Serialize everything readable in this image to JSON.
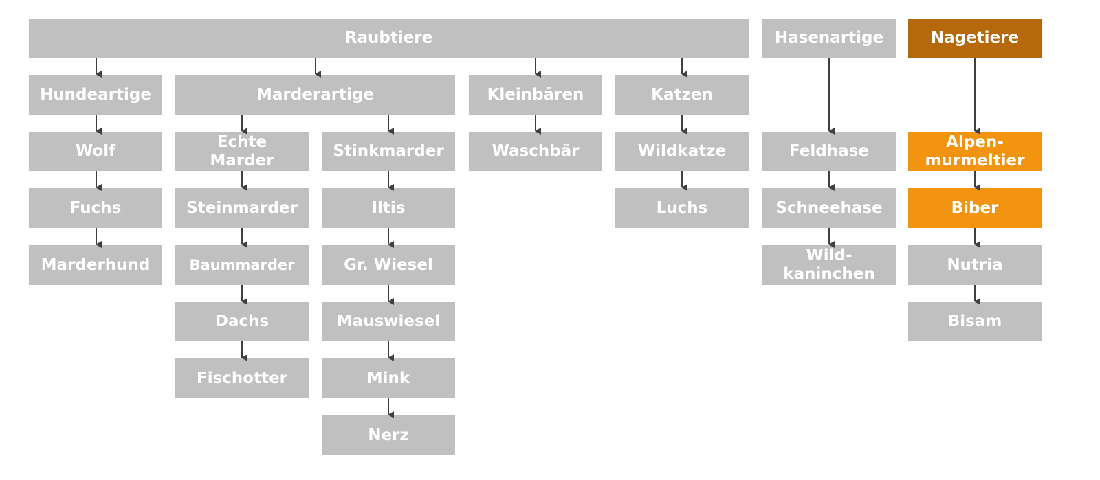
{
  "diagram": {
    "nodes": {
      "raubtiere": "Raubtiere",
      "hasenartige": "Hasenartige",
      "nagetiere": "Nagetiere",
      "hundeartige": "Hundeartige",
      "marderartige": "Marderartige",
      "kleinbaeren": "Kleinbären",
      "katzen": "Katzen",
      "wolf": "Wolf",
      "fuchs": "Fuchs",
      "marderhund": "Marderhund",
      "echte_marder": "Echte\nMarder",
      "steinmarder": "Steinmarder",
      "baummarder": "Baummarder",
      "dachs": "Dachs",
      "fischotter": "Fischotter",
      "stinkmarder": "Stinkmarder",
      "iltis": "Iltis",
      "gr_wiesel": "Gr. Wiesel",
      "mauswiesel": "Mauswiesel",
      "mink": "Mink",
      "nerz": "Nerz",
      "waschbaer": "Waschbär",
      "wildkatze": "Wildkatze",
      "luchs": "Luchs",
      "feldhase": "Feldhase",
      "schneehase": "Schneehase",
      "wildkaninchen": "Wild-\nkaninchen",
      "alpenmurmeltier": "Alpen-\nmurmeltier",
      "biber": "Biber",
      "nutria": "Nutria",
      "bisam": "Bisam"
    },
    "highlight": {
      "group": "nagetiere",
      "species": [
        "alpenmurmeltier",
        "biber"
      ],
      "group_color": "#b5690a",
      "species_color": "#f39410"
    },
    "colors": {
      "box": "#c0c0c0",
      "text": "#ffffff",
      "arrow": "#404040"
    }
  }
}
